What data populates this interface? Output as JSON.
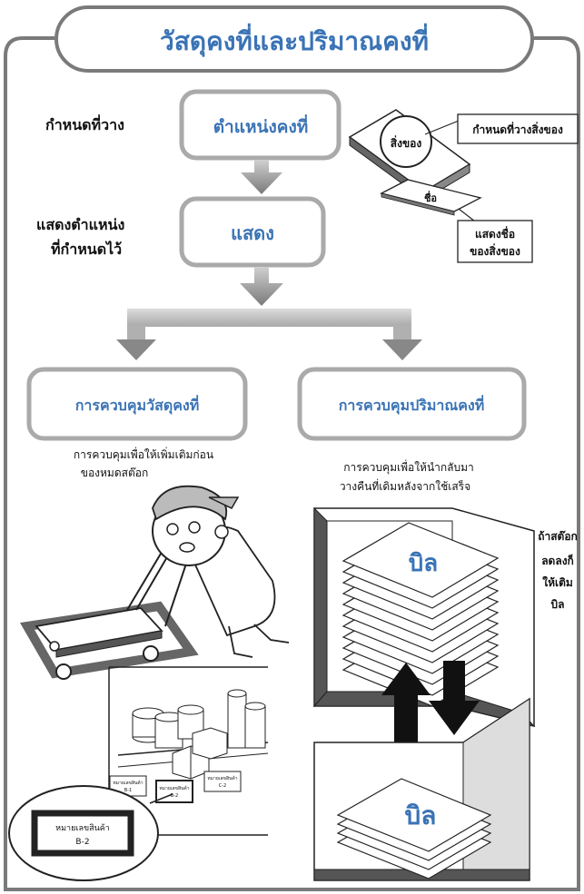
{
  "title": "วัสดุคงที่และปริมาณคงที่",
  "colors": {
    "accent_text": "#3a73b5",
    "frame": "#7a7a7a",
    "arrow": "#888888"
  },
  "left_labels": {
    "step1": "กำหนดที่วาง",
    "step2_line1": "แสดงตำแหน่ง",
    "step2_line2": "ที่กำหนดไว้"
  },
  "boxes": {
    "fixed_position": "ตำแหน่งคงที่",
    "display": "แสดง",
    "fixed_material_control": "การควบคุมวัสดุคงที่",
    "fixed_quantity_control": "การควบคุมปริมาณคงที่"
  },
  "callouts": {
    "item": "สิ่งของ",
    "item_place": "กำหนดที่วางสิ่งของ",
    "name": "ชื่อ",
    "name_display_line1": "แสดงชื่อ",
    "name_display_line2": "ของสิ่งของ"
  },
  "descriptions": {
    "left_line1": "การควบคุมเพื่อให้เพิ่มเติมก่อน",
    "left_line2": "ของหมดสต๊อก",
    "right_line1": "การควบคุมเพื่อให้นำกลับมา",
    "right_line2": "วางคืนที่เดิมหลังจากใช้เสร็จ"
  },
  "stock_note": [
    "ถ้าสต๊อก",
    "ลดลงก็",
    "ให้เติม",
    "บิล"
  ],
  "bill_label": "บิล",
  "shelf_labels": {
    "label1_line1": "หมายเลขสินค้า",
    "label1_line2": "B-1",
    "label2_line1": "หมายเลขสินค้า",
    "label2_line2": "B-2",
    "label3_line1": "หมายเลขสินค้า",
    "label3_line2": "C-2",
    "zoom_line1": "หมายเลขสินค้า",
    "zoom_line2": "B-2"
  }
}
